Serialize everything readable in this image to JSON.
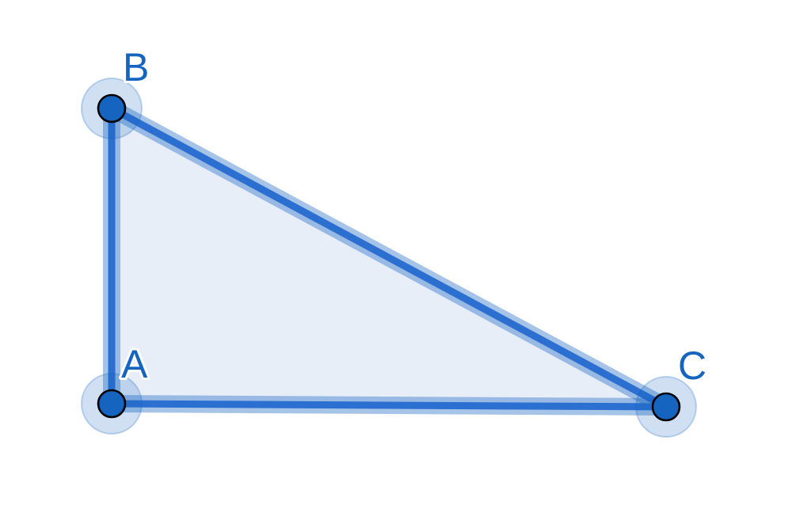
{
  "colors": {
    "accent": "#1565c0",
    "polygon_fill": "#e8eef8",
    "point_outline": "#000000",
    "background": "#ffffff"
  },
  "points": [
    {
      "id": "A",
      "label": "A"
    },
    {
      "id": "B",
      "label": "B"
    },
    {
      "id": "C",
      "label": "C"
    }
  ],
  "segments": [
    {
      "from": "A",
      "to": "B"
    },
    {
      "from": "B",
      "to": "C"
    },
    {
      "from": "C",
      "to": "A"
    }
  ],
  "polygon": {
    "vertices": [
      "A",
      "B",
      "C"
    ]
  }
}
